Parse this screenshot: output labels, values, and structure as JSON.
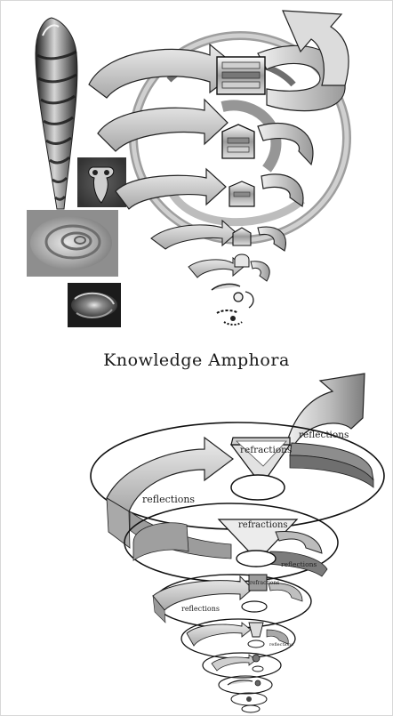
{
  "diagram": {
    "title": "Knowledge Amphora",
    "labels": {
      "refractions": "refractions",
      "reflections": "reflections"
    },
    "images": [
      "spiral-seashell-photo",
      "amphora-vessel-photo",
      "coiled-fossil-shell-photo",
      "spiral-galaxy-photo"
    ],
    "colors": {
      "arrow_light": "#e2e2e2",
      "arrow_dark": "#8c8c8c",
      "outline": "#1a1a1a"
    }
  }
}
